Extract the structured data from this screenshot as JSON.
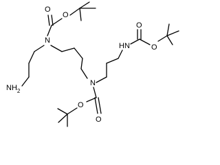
{
  "labels": {
    "nh2": "NH",
    "nh2_sub": "2",
    "n_left": "N",
    "n_center": "N",
    "hn_right": "HN",
    "o_top_carbonyl": "O",
    "o_top_ester": "O",
    "o_bottom_ester": "O",
    "o_bottom_carbonyl": "O",
    "o_right_carbonyl": "O",
    "o_right_ester": "O"
  }
}
